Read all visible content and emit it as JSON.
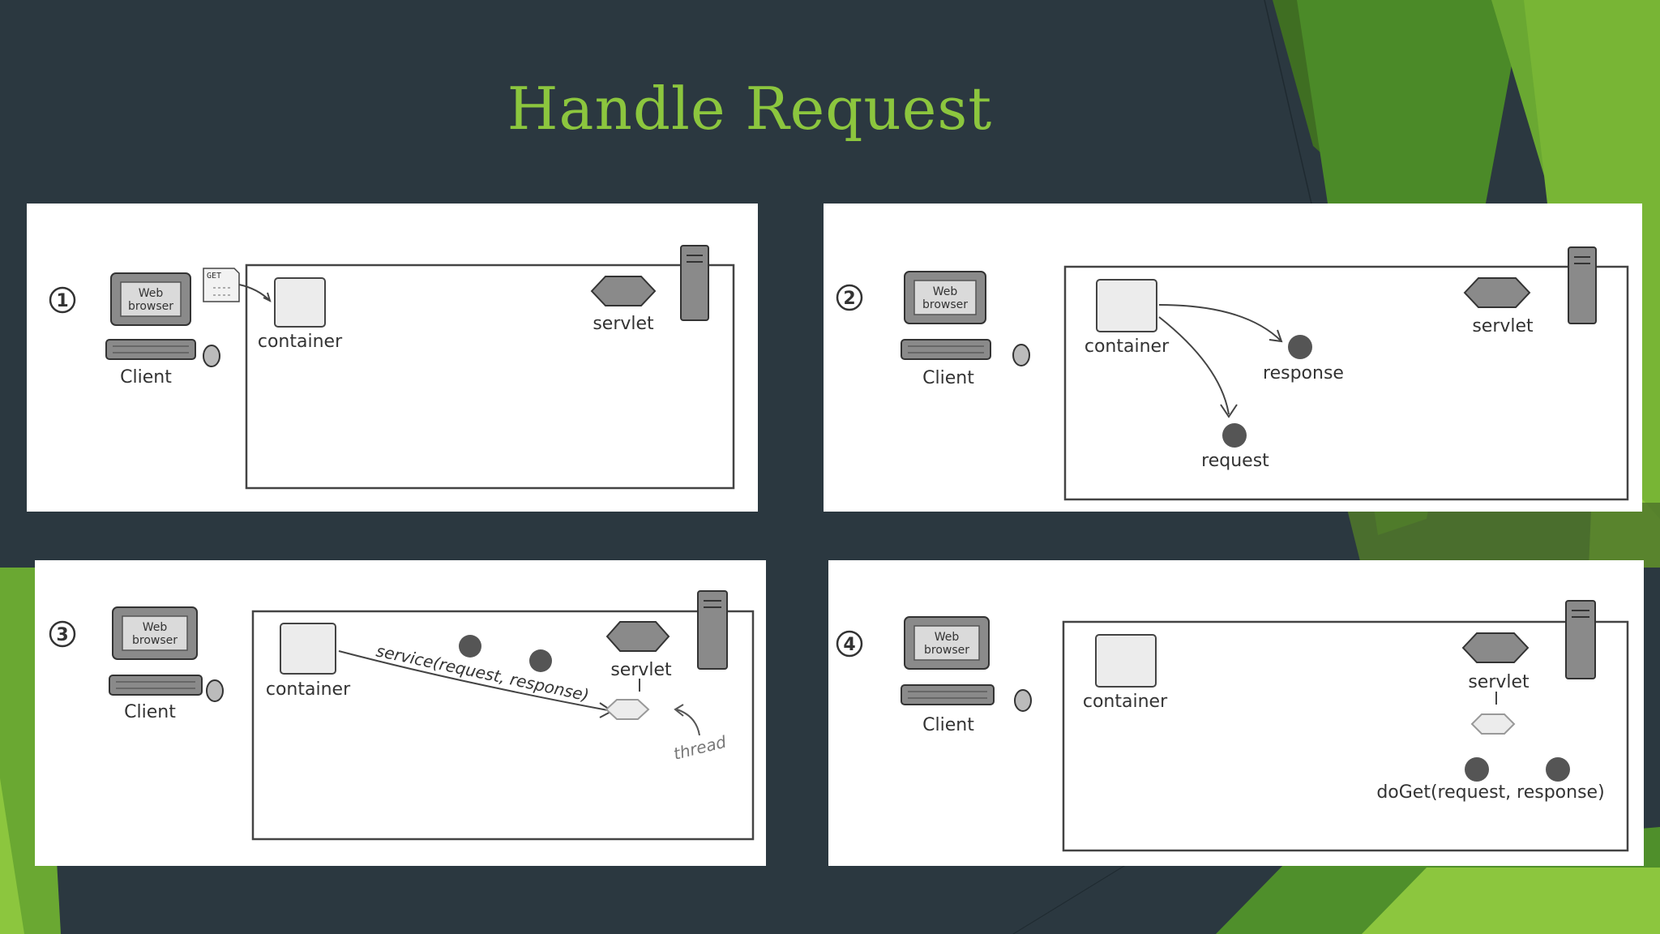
{
  "title": "Handle Request",
  "panels": [
    {
      "step": "1",
      "client": {
        "screen_line1": "Web",
        "screen_line2": "browser",
        "label": "Client",
        "note_text": "GET"
      },
      "container_label": "container",
      "servlet_label": "servlet"
    },
    {
      "step": "2",
      "client": {
        "screen_line1": "Web",
        "screen_line2": "browser",
        "label": "Client"
      },
      "container_label": "container",
      "servlet_label": "servlet",
      "response_label": "response",
      "request_label": "request"
    },
    {
      "step": "3",
      "client": {
        "screen_line1": "Web",
        "screen_line2": "browser",
        "label": "Client"
      },
      "container_label": "container",
      "servlet_label": "servlet",
      "call_label": "service(request, response)",
      "thread_label": "thread"
    },
    {
      "step": "4",
      "client": {
        "screen_line1": "Web",
        "screen_line2": "browser",
        "label": "Client"
      },
      "container_label": "container",
      "servlet_label": "servlet",
      "call_label": "doGet(request, response)"
    }
  ],
  "colors": {
    "background": "#2b3840",
    "accent_green": "#8cc63e",
    "title": "#8cc63e",
    "panel": "#ffffff"
  }
}
